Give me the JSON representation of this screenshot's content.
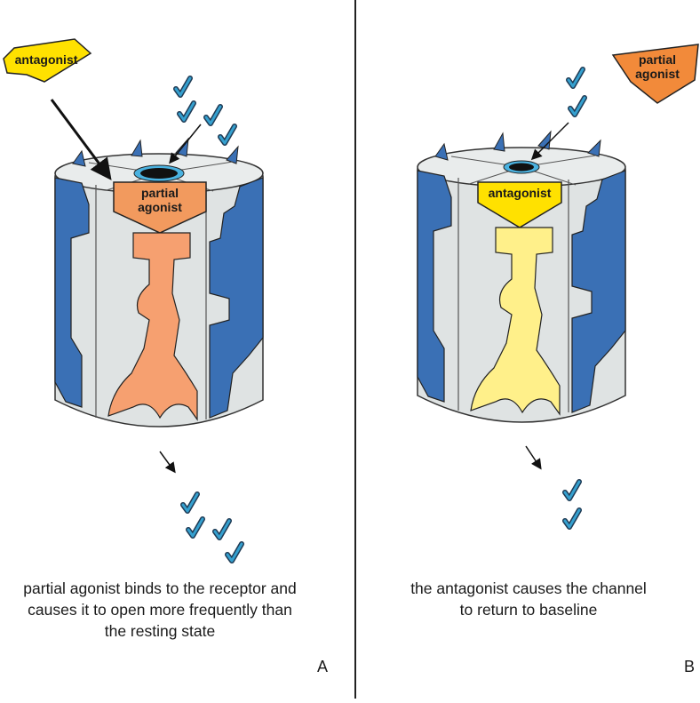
{
  "panels": [
    {
      "letter": "A",
      "caption_lines": [
        "partial agonist binds to the receptor and",
        "causes it to open more frequently than",
        "the resting state"
      ],
      "floating_ligand": {
        "label": "antagonist",
        "color": "#ffe100"
      },
      "bound_ligand": {
        "label_lines": [
          "partial",
          "agonist"
        ],
        "color": "#f29a5e",
        "body_color": "#f6a070"
      }
    },
    {
      "letter": "B",
      "caption_lines": [
        "the antagonist causes the channel",
        "to return to baseline"
      ],
      "floating_ligand": {
        "label_lines": [
          "partial",
          "agonist"
        ],
        "color": "#f28a3a"
      },
      "bound_ligand": {
        "label": "antagonist",
        "color": "#ffe100",
        "body_color": "#fff08a"
      }
    }
  ],
  "colors": {
    "channel_body": "#dfe3e3",
    "channel_blue": "#3a70b5",
    "pore_ring": "#4ab2e0",
    "check": "#2f86b8",
    "outline": "#2a2a2a"
  }
}
